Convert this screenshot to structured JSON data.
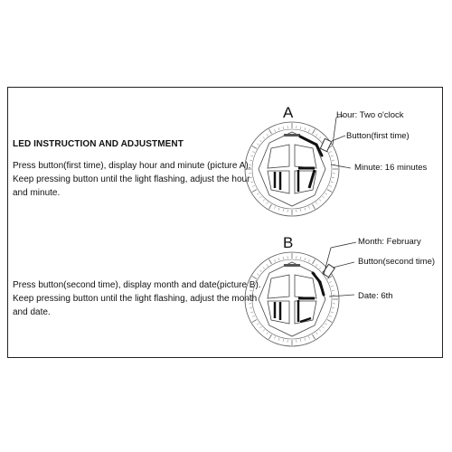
{
  "heading": "LED INSTRUCTION AND ADJUSTMENT",
  "section_a": {
    "text": "Press button(first time), display hour and minute (picture A). Keep pressing button until the light flashing, adjust the hour and minute.",
    "picture_label": "A",
    "annotations": {
      "hour": "Hour: Two o'clock",
      "button": "Button(first time)",
      "minute": "Minute: 16 minutes"
    }
  },
  "section_b": {
    "text": "Press button(second time), display month and date(picture B). Keep pressing button until the light flashing, adjust the month and date.",
    "picture_label": "B",
    "annotations": {
      "month": "Month: February",
      "button": "Button(second time)",
      "date": "Date: 6th"
    }
  }
}
